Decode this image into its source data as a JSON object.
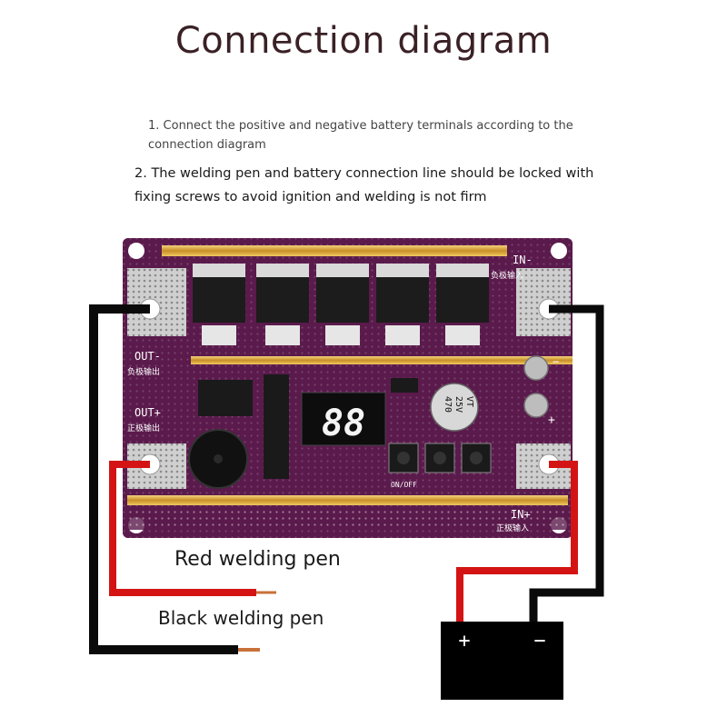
{
  "title": "Connection diagram",
  "notes": [
    "1. Connect the positive and negative battery terminals according to the connection diagram",
    "2. The welding pen and battery connection line should be locked with fixing screws to avoid ignition and welding is not firm"
  ],
  "board": {
    "label_in_neg": "IN-",
    "label_in_neg_cn": "负极输入",
    "label_out_neg": "OUT-",
    "label_out_neg_cn": "负极输出",
    "label_out_pos": "OUT+",
    "label_out_pos_cn": "正极输出",
    "label_in_pos": "IN+",
    "label_in_pos_cn": "正极输入",
    "display_value": "88",
    "capacitor_text": [
      "470",
      "25V",
      "VT"
    ],
    "switch_label": "ON/OFF",
    "term_minus": "−",
    "term_plus": "+"
  },
  "pens": {
    "red_label": "Red welding pen",
    "black_label": "Black welding pen"
  },
  "battery": {
    "plus": "+",
    "minus": "−"
  },
  "colors": {
    "pcb": "#5a1a4c",
    "pcb_dark": "#3e0f34",
    "copper_bar": "#d9a441",
    "red_wire": "#d41414",
    "black_wire": "#0a0a0a",
    "battery": "#000000"
  }
}
